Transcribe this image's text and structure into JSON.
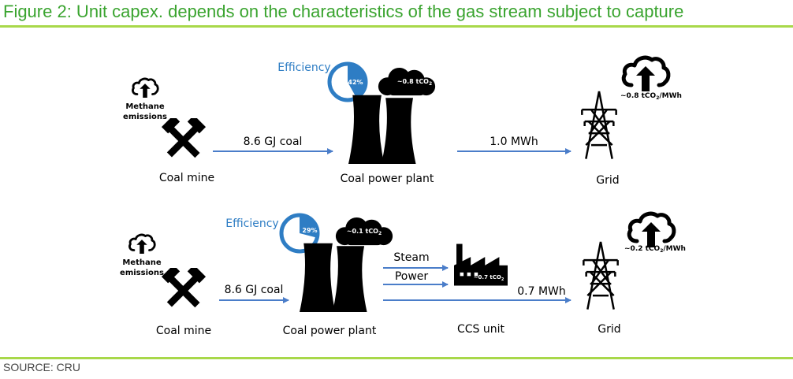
{
  "title": "Figure 2: Unit capex. depends on the characteristics of the gas stream subject to capture",
  "source": "SOURCE: CRU",
  "colors": {
    "title": "#3aa42f",
    "rule": "#a8d84a",
    "arrow": "#4a7dc9",
    "efficiency": "#2e7dc4"
  },
  "rows": [
    {
      "methane_label_line1": "Methane",
      "methane_label_line2": "emissions",
      "mine_label": "Coal mine",
      "coal_input": "8.6 GJ coal",
      "efficiency_label": "Efficiency",
      "efficiency_value": "42%",
      "efficiency_fraction": 0.42,
      "plant_emission": "~0.8 tCO",
      "plant_emission_sub": "2",
      "plant_label": "Coal power plant",
      "output": "1.0 MWh",
      "grid_label": "Grid",
      "grid_emission": "~0.8 tCO",
      "grid_emission_sub": "2",
      "grid_emission_unit": "/MWh"
    },
    {
      "methane_label_line1": "Methane",
      "methane_label_line2": "emissions",
      "mine_label": "Coal mine",
      "coal_input": "8.6 GJ coal",
      "efficiency_label": "Efficiency",
      "efficiency_value": "29%",
      "efficiency_fraction": 0.29,
      "plant_emission": "~0.1 tCO",
      "plant_emission_sub": "2",
      "plant_label": "Coal power plant",
      "steam_label": "Steam",
      "power_label": "Power",
      "ccs_emission": "~0.7 tCO",
      "ccs_emission_sub": "2",
      "ccs_label": "CCS unit",
      "output": "0.7 MWh",
      "grid_label": "Grid",
      "grid_emission": "~0.2 tCO",
      "grid_emission_sub": "2",
      "grid_emission_unit": "/MWh"
    }
  ]
}
